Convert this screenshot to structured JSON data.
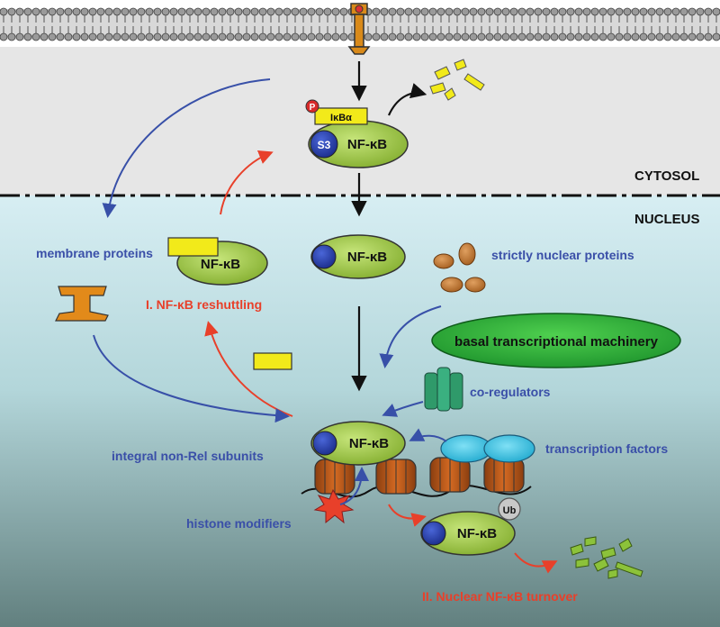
{
  "compartments": {
    "cytosol": "CYTOSOL",
    "nucleus": "NUCLEUS"
  },
  "complex": {
    "ikb": "IκBα",
    "phospho": "P",
    "s3": "S3",
    "nfkb": "NF-κB"
  },
  "nucleus_nfkb": {
    "reshuttle": "NF-κB",
    "center": "NF-κB",
    "chromatin": "NF-κB",
    "ub": "NF-κB",
    "ub_tag": "Ub"
  },
  "labels": {
    "membrane_proteins": "membrane proteins",
    "strictly_nuclear": "strictly nuclear proteins",
    "basal_machinery": "basal transcriptional machinery",
    "co_regulators": "co-regulators",
    "integral_subunits": "integral non-Rel subunits",
    "transcription_factors": "transcription factors",
    "histone_modifiers": "histone modifiers",
    "reshuttling": "I. NF-κB reshuttling",
    "turnover": "II. Nuclear NF-κB turnover"
  },
  "colors": {
    "blue_arrow": "#3850a8",
    "red_arrow": "#e8402a",
    "nfkb_fill": "#9cc93a",
    "yellow": "#f2ea1a",
    "blue_text": "#3a4fa8",
    "red_text": "#e8402a"
  }
}
